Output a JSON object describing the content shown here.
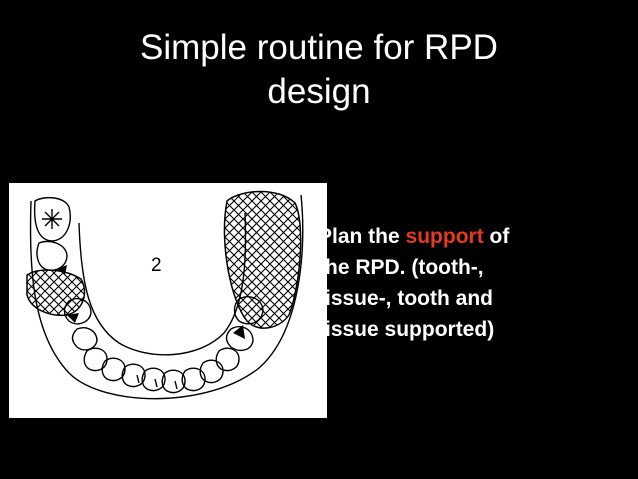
{
  "slide": {
    "title_line1": "Simple routine for RPD",
    "title_line2": "design",
    "figure": {
      "label": "2",
      "icon": "dental-arch-diagram"
    },
    "bullet": {
      "line1_pre": "Plan the ",
      "line1_accent": "support",
      "line1_post": " of",
      "line2": "the RPD. (tooth-,",
      "line3": "tissue-, tooth and",
      "line4": "tissue supported)"
    },
    "colors": {
      "background": "#000000",
      "text": "#ffffff",
      "accent": "#e53a1f"
    }
  }
}
